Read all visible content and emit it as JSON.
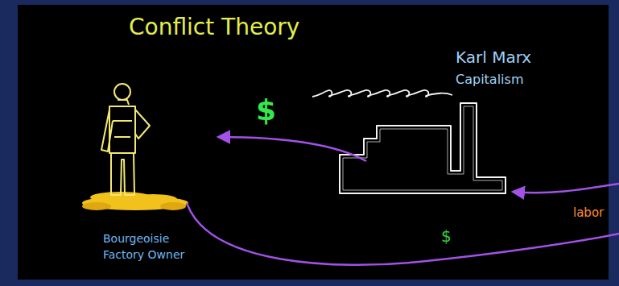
{
  "diagram": {
    "title": "Conflict Theory",
    "labels": [
      "Karl Marx",
      "Capitalism",
      "$",
      "Bourgeoisie",
      "Factory Owner",
      "labor",
      "$"
    ]
  }
}
